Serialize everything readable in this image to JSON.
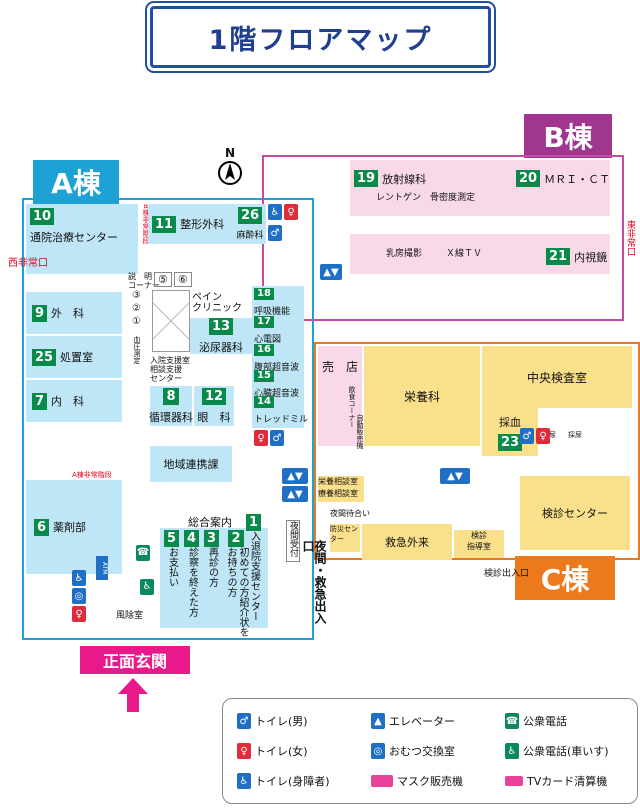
{
  "title": "1階フロアマップ",
  "buildings": {
    "a": "A棟",
    "b": "B棟",
    "c": "C棟"
  },
  "compass": "N",
  "exits": {
    "west": "西非常口",
    "east": "東非常口",
    "a_emergency_stairs": "A棟非常階段",
    "b_emergency_stairs": "B棟非常階段",
    "front_entrance": "正面玄関",
    "night_entrance": "夜間・救急出入口",
    "checkup_entrance": "検診出入口"
  },
  "rooms": {
    "r10": {
      "num": "10",
      "name": "通院治療センター"
    },
    "r11": {
      "num": "11",
      "name": "整形外科"
    },
    "r26": {
      "num": "26",
      "name": "麻酔科"
    },
    "r9": {
      "num": "9",
      "name": "外　科"
    },
    "r25": {
      "num": "25",
      "name": "処置室"
    },
    "r7": {
      "num": "7",
      "name": "内　科"
    },
    "r6": {
      "num": "6",
      "name": "薬剤部"
    },
    "r13": {
      "num": "13",
      "name": "泌尿器科"
    },
    "r8": {
      "num": "8",
      "name": "循環器科"
    },
    "r12": {
      "num": "12",
      "name": "眼　科"
    },
    "r18": {
      "num": "18",
      "name": "呼吸機能"
    },
    "r17": {
      "num": "17",
      "name": "心電図"
    },
    "r16": {
      "num": "16",
      "name": "腹部超音波"
    },
    "r15": {
      "num": "15",
      "name": "心臓超音波"
    },
    "r14": {
      "num": "14",
      "name": "トレッドミル"
    },
    "r19": {
      "num": "19",
      "name": "放射線科"
    },
    "r20": {
      "num": "20",
      "name": "ＭＲＩ・ＣＴ"
    },
    "r21": {
      "num": "21",
      "name": "内視鏡"
    },
    "r23": {
      "num": "23",
      "name": "採血"
    },
    "r5": {
      "num": "5",
      "name": "お支払い"
    },
    "r4": {
      "num": "4",
      "name": "診察を終えた方"
    },
    "r3": {
      "num": "3",
      "name": "再診の方"
    },
    "r2": {
      "num": "2",
      "name": "初めての方紹介状をお持ちの方"
    },
    "r1": {
      "num": "1",
      "name": "入退院支援センター"
    }
  },
  "areas": {
    "explain_corner": "説　明\nコーナー",
    "small_rooms": [
      "⑤",
      "⑥",
      "③",
      "②",
      "①"
    ],
    "bp": "血圧測定",
    "pain_clinic": "ペイン\nクリニック",
    "admission_support": "入院支援室\n相談支援\nセンター",
    "regional": "地域連携課",
    "general_info": "総合案内",
    "night_reception": "夜間受付",
    "xray": "レントゲン　骨密度測定",
    "mammo": "乳房撮影",
    "xtv": "Ｘ線ＴＶ",
    "shop": "売　店",
    "vending": "自動販売機",
    "drink_corner": "飲食コーナー",
    "nutrition": "栄養科",
    "lab": "中央検査室",
    "urine1": "採尿",
    "urine2": "採尿",
    "nutrition_consult": "栄養相談室",
    "care_consult": "療養相談室",
    "waiting": "夜間待合い",
    "disaster": "防災センター",
    "er": "救急外来",
    "checkup_guidance": "検診\n指導室",
    "checkup_center": "検診センター",
    "windbreak": "風除室",
    "atm": "ATM"
  },
  "legend": [
    {
      "icon": "male-toilet-icon",
      "label": "トイレ(男)"
    },
    {
      "icon": "elevator-icon",
      "label": "エレベーター"
    },
    {
      "icon": "public-phone-icon",
      "label": "公衆電話"
    },
    {
      "icon": "female-toilet-icon",
      "label": "トイレ(女)"
    },
    {
      "icon": "diaper-change-icon",
      "label": "おむつ交換室"
    },
    {
      "icon": "wheelchair-phone-icon",
      "label": "公衆電話(車いす)"
    },
    {
      "icon": "accessible-toilet-icon",
      "label": "トイレ(身障者)"
    },
    {
      "icon": "mask-vending-icon",
      "label": "マスク販売機"
    },
    {
      "icon": "tv-card-icon",
      "label": "TVカード清算機"
    }
  ],
  "colors": {
    "a_building": "#1ea2d6",
    "b_building": "#a0368f",
    "c_building": "#ec7a1c",
    "entrance": "#e8198b",
    "room_number": "#0a8a4a"
  }
}
